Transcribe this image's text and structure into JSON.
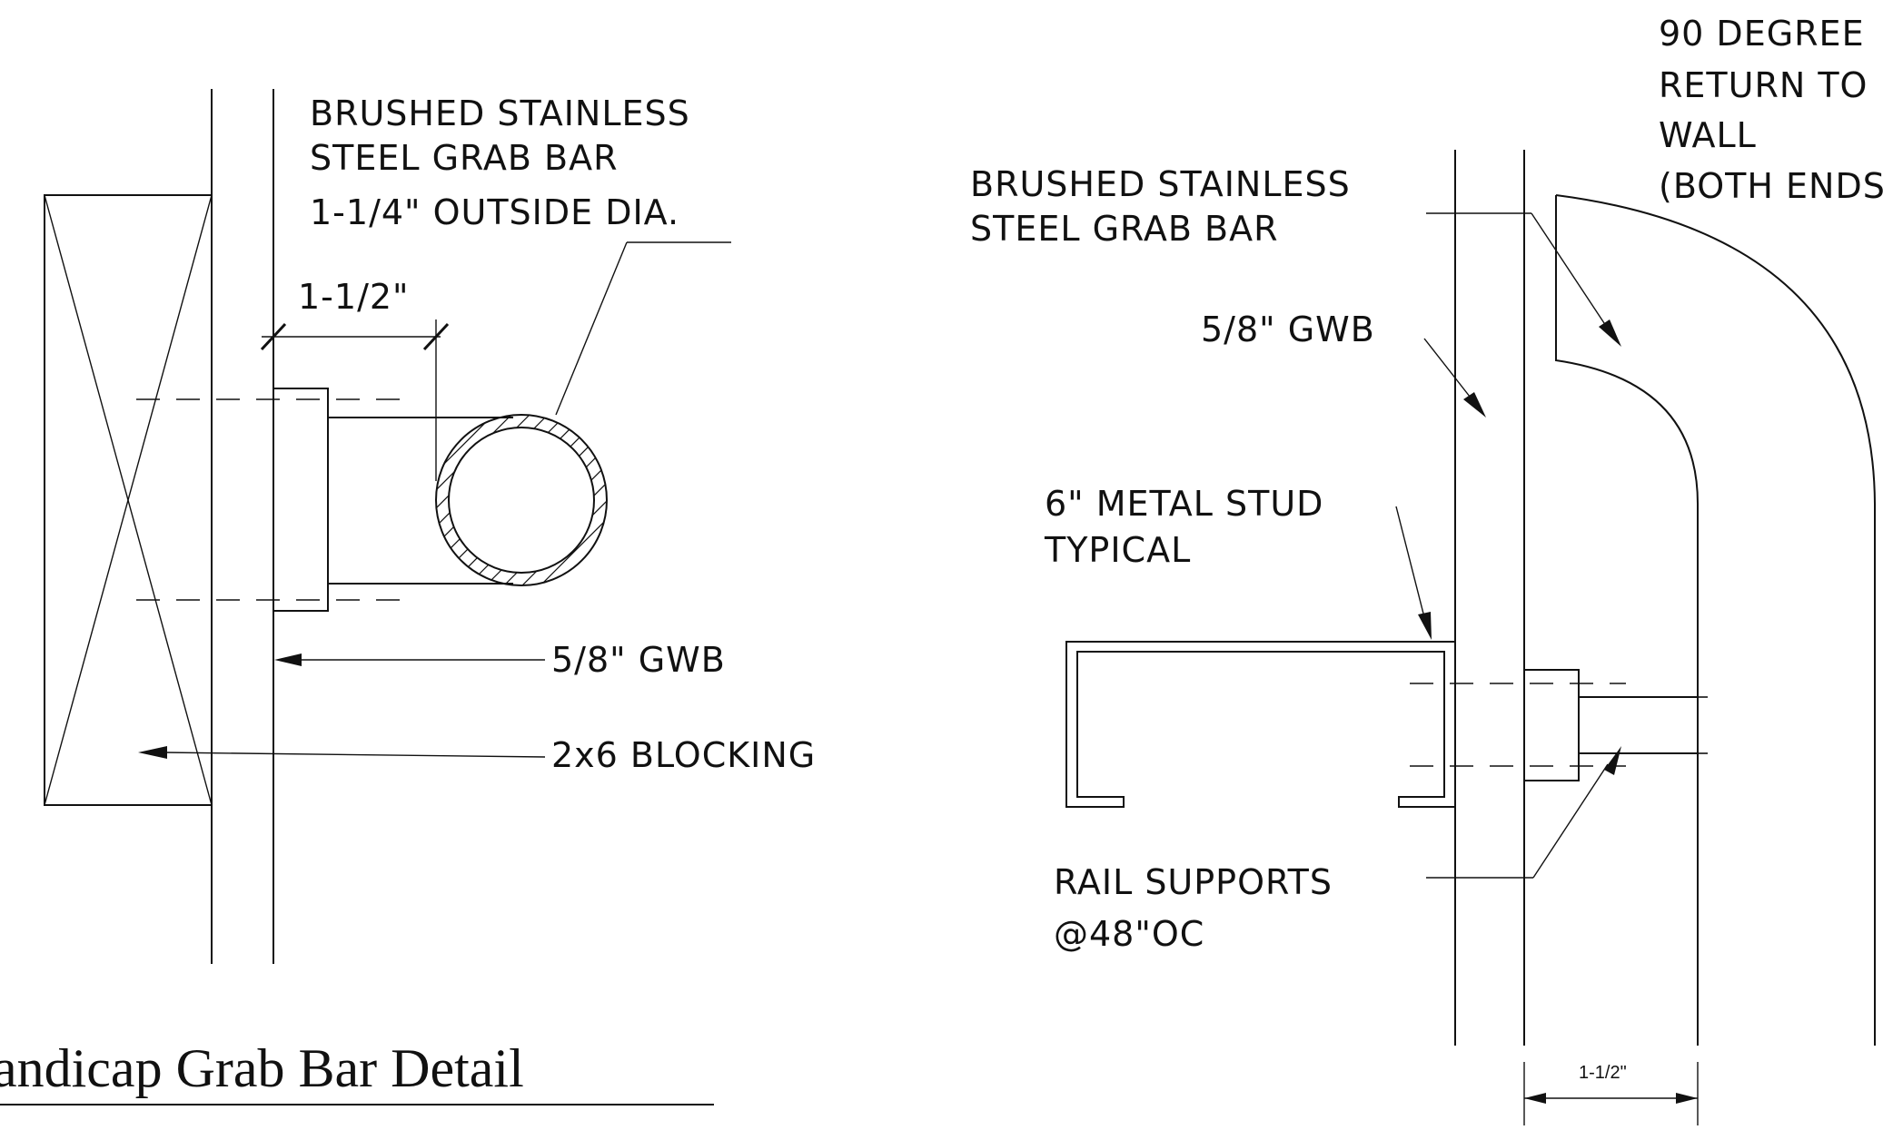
{
  "title": "andicap Grab Bar Detail",
  "left_detail": {
    "bar_note": [
      "BRUSHED STAINLESS",
      "STEEL GRAB BAR",
      "1-1/4\" OUTSIDE DIA."
    ],
    "dimension": "1-1/2\"",
    "gwb_note": "5/8\" GWB",
    "blocking_note": "2x6 BLOCKING"
  },
  "right_detail": {
    "bar_note": [
      "BRUSHED STAINLESS",
      "STEEL GRAB BAR"
    ],
    "return_note": [
      "90 DEGREE",
      "RETURN TO",
      "WALL",
      "(BOTH ENDS)"
    ],
    "gwb_note": "5/8\" GWB",
    "stud_note": [
      "6\" METAL STUD",
      "TYPICAL"
    ],
    "support_note": [
      "RAIL SUPPORTS",
      "@48\"OC"
    ],
    "dimension": "1-1/2\""
  }
}
